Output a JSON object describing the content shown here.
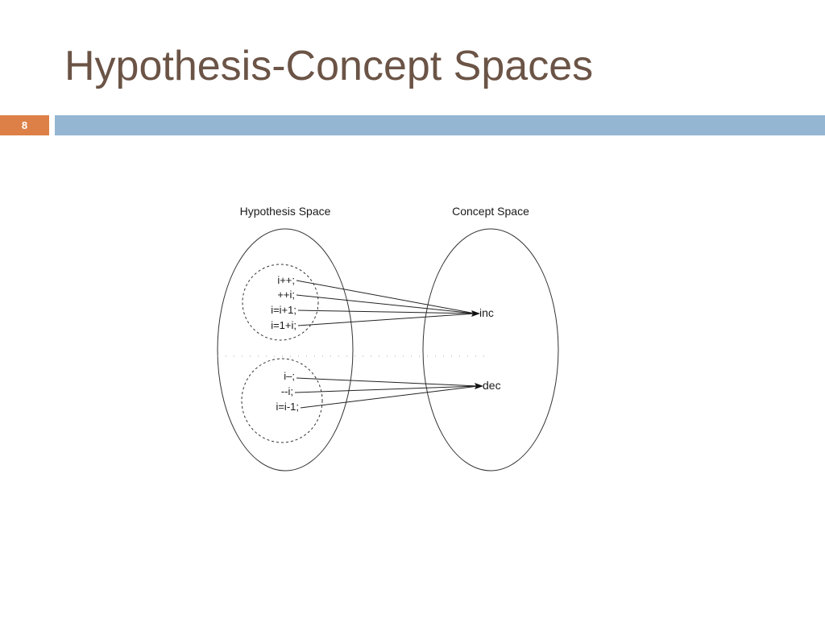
{
  "slide": {
    "title": "Hypothesis-Concept Spaces",
    "number": "8"
  },
  "diagram": {
    "hypothesis_space_label": "Hypothesis Space",
    "concept_space_label": "Concept Space",
    "upper_hypotheses": [
      "i++;",
      "++i;",
      "i=i+1;",
      "i=1+i;"
    ],
    "lower_hypotheses": [
      "i–;",
      "--i;",
      "i=i-1;"
    ],
    "upper_concept": "inc",
    "lower_concept": "dec"
  },
  "colors": {
    "title": "#6b5446",
    "accent_orange": "#dd8047",
    "accent_blue": "#94b6d2"
  }
}
